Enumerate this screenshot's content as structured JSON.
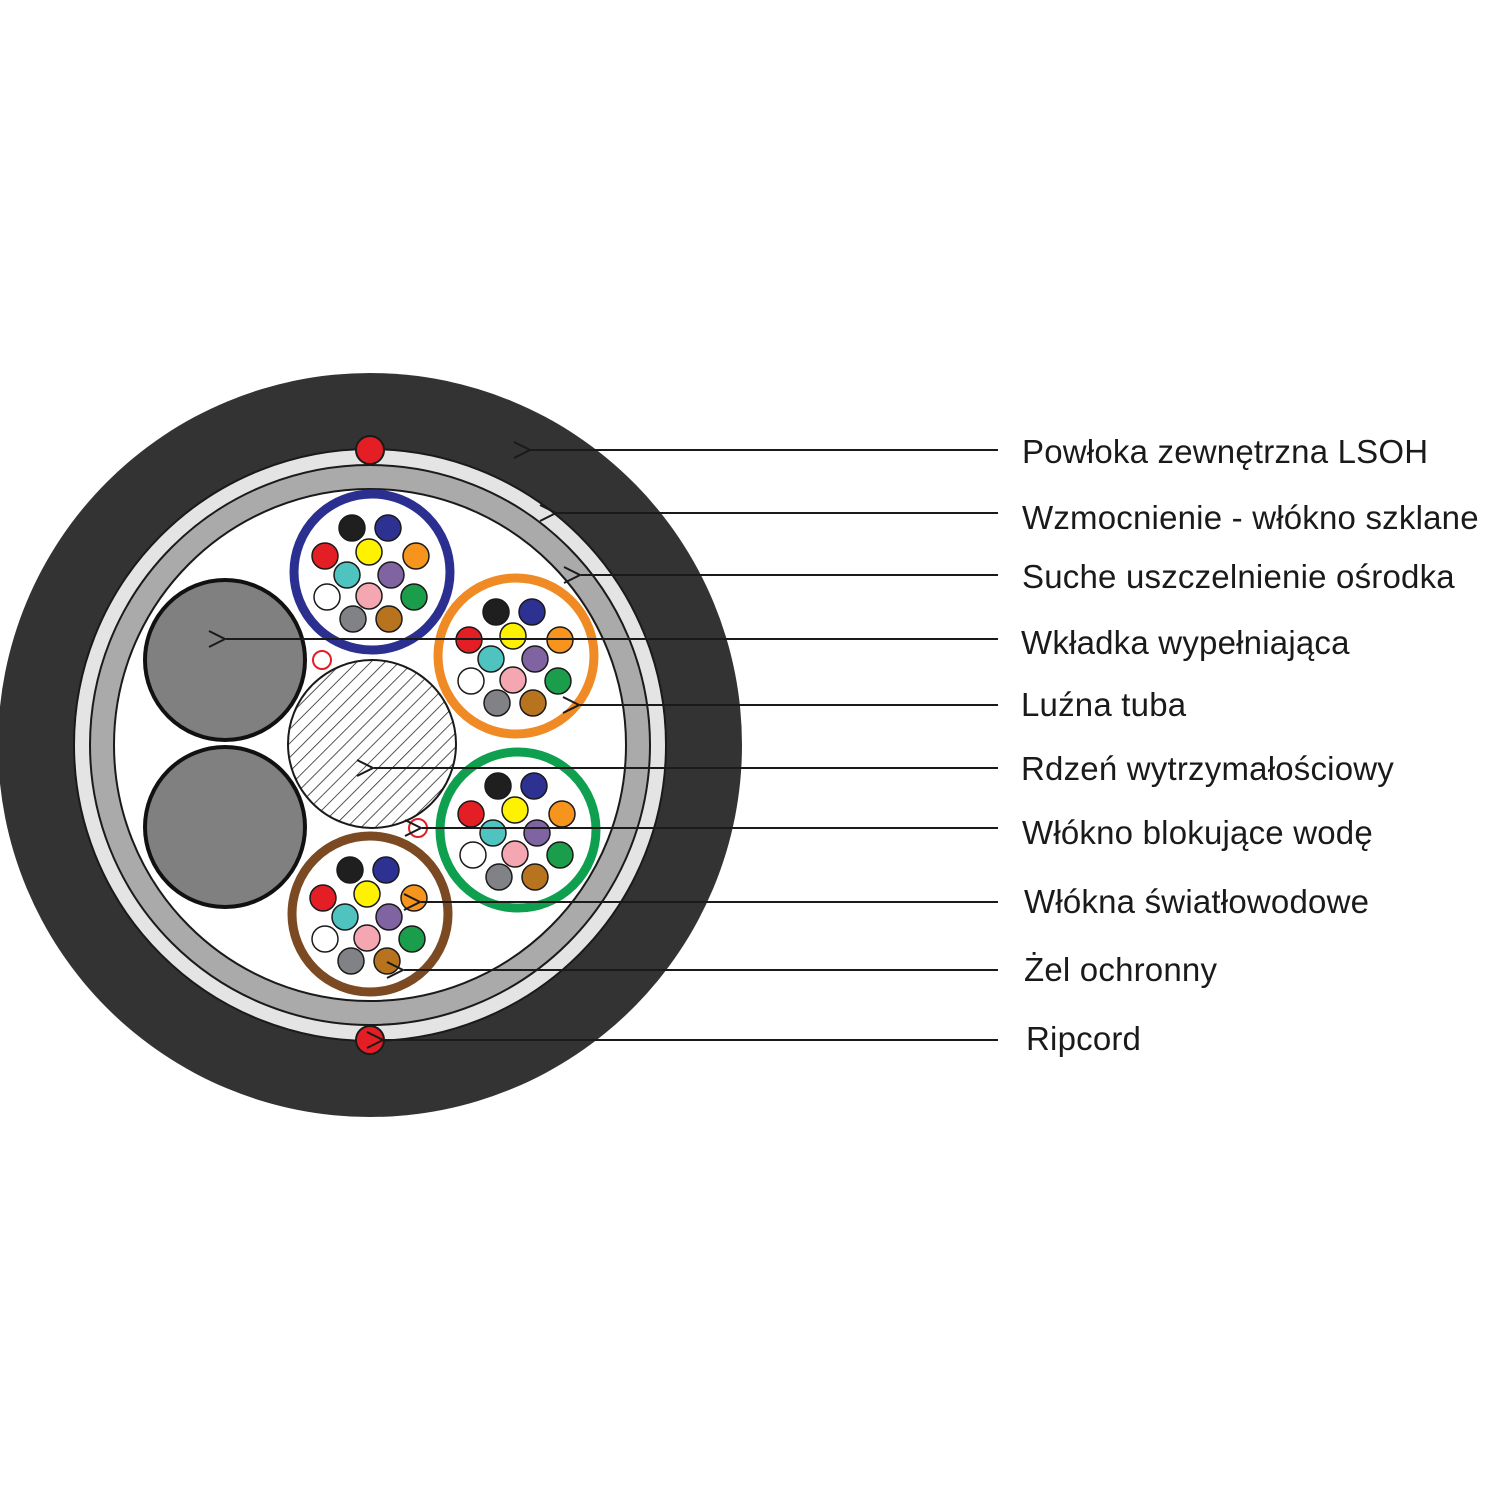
{
  "labels": [
    {
      "id": "outer-jacket",
      "text": "Powłoka zewnętrzna LSOH"
    },
    {
      "id": "glass-reinforcement",
      "text": "Wzmocnienie - włókno szklane"
    },
    {
      "id": "dry-core-seal",
      "text": "Suche uszczelnienie ośrodka"
    },
    {
      "id": "filler-insert",
      "text": "Wkładka wypełniająca"
    },
    {
      "id": "loose-tube",
      "text": "Luźna tuba"
    },
    {
      "id": "strength-member",
      "text": "Rdzeń wytrzymałościowy"
    },
    {
      "id": "water-blocking-yarn",
      "text": "Włókno blokujące wodę"
    },
    {
      "id": "optical-fibers",
      "text": "Włókna światłowodowe"
    },
    {
      "id": "protective-gel",
      "text": "Żel ochronny"
    },
    {
      "id": "ripcord",
      "text": "Ripcord"
    }
  ],
  "colors": {
    "jacket": "#333333",
    "reinforcement": "#e4e4e4",
    "core_seal": "#aaaaaa",
    "filler": "#808080",
    "ripcord": "#e31e24",
    "tube_rings": [
      "#2b2f8f",
      "#f08a24",
      "#0e9f4f",
      "#7b4a22"
    ],
    "fibers": [
      "#1f1f1f",
      "#2d3192",
      "#e31e24",
      "#fff200",
      "#f7941d",
      "#4fc3c0",
      "#8064a2",
      "#ffffff",
      "#f4a7b0",
      "#1b9e4b",
      "#808285",
      "#b8731f"
    ]
  }
}
